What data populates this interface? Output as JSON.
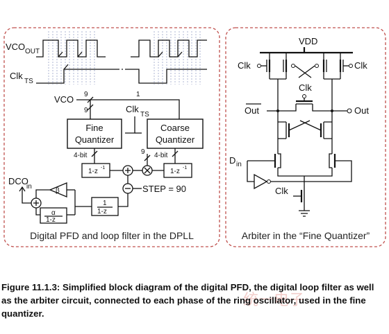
{
  "left_panel": {
    "caption": "Digital PFD and loop filter in the DPLL",
    "vco_out_main": "VCO",
    "vco_out_sub": "OUT",
    "clk_ts_main": "Clk",
    "clk_ts_sub": "TS",
    "vco_input": "VCO",
    "bus_9_a": "9",
    "bus_9_b": "9",
    "bus_1": "1",
    "clkts_mid_main": "Clk",
    "clkts_mid_sub": "TS",
    "fine_quantizer_l1": "Fine",
    "fine_quantizer_l2": "Quantizer",
    "coarse_quantizer_l1": "Coarse",
    "coarse_quantizer_l2": "Quantizer",
    "bit4_left": "4-bit",
    "bit4_right": "4-bit",
    "bus_9_c": "9",
    "delay_left": "1-z",
    "delay_right": "1-z",
    "delay_exp": "-1",
    "step_label": "STEP = 90",
    "dco_main": "DCO",
    "dco_sub": "in",
    "beta": "β",
    "alpha": "α",
    "int_num": "1",
    "int_den": "1-z",
    "int2_den": "1-z"
  },
  "right_panel": {
    "caption": "Arbiter in the “Fine Quantizer”",
    "vdd": "VDD",
    "clk_left": "Clk",
    "clk_right": "Clk",
    "clk_mid": "Clk",
    "out_bar": "Out",
    "out": "Out",
    "din": "D",
    "din_sub": "in",
    "clk_bottom": "Clk"
  },
  "figure_caption": "Figure 11.1.3: Simplified block diagram of the digital PFD, the digital loop filter as well as the arbiter circuit, connected to each phase of the ring oscillator, used in the fine quantizer.",
  "watermark": "统一电子",
  "colors": {
    "panel_border": "#c0504d",
    "grid": "#9aa3c8",
    "ink": "#111111"
  }
}
